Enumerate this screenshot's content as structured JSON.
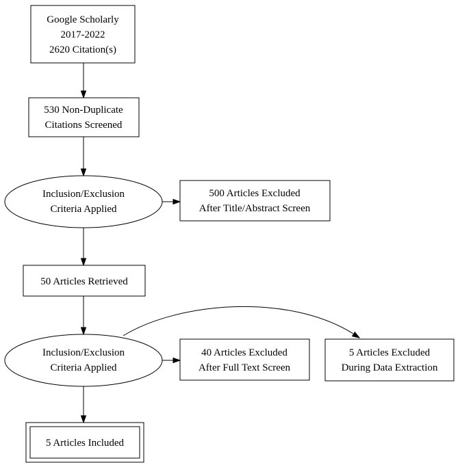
{
  "diagram": {
    "kind": "literature-screening-flowchart",
    "colors": {
      "background": "#ffffff",
      "node_fill": "#ffffff",
      "node_stroke": "#000000",
      "edge": "#000000",
      "text": "#000000"
    },
    "nodes": {
      "source": {
        "shape": "rectangle",
        "lines": [
          "Google Scholarly",
          "2017-2022",
          "2620 Citation(s)"
        ]
      },
      "screened": {
        "shape": "rectangle",
        "lines": [
          "530 Non-Duplicate",
          "Citations Screened"
        ]
      },
      "criteria_1": {
        "shape": "ellipse",
        "lines": [
          "Inclusion/Exclusion",
          "Criteria Applied"
        ]
      },
      "excluded_title_abstract": {
        "shape": "rectangle",
        "lines": [
          "500 Articles Excluded",
          "After Title/Abstract Screen"
        ]
      },
      "retrieved": {
        "shape": "rectangle",
        "lines": [
          "50 Articles Retrieved"
        ]
      },
      "criteria_2": {
        "shape": "ellipse",
        "lines": [
          "Inclusion/Exclusion",
          "Criteria Applied"
        ]
      },
      "excluded_full_text": {
        "shape": "rectangle",
        "lines": [
          "40 Articles Excluded",
          "After Full Text Screen"
        ]
      },
      "excluded_data_extraction": {
        "shape": "rectangle",
        "lines": [
          "5 Articles Excluded",
          "During Data Extraction"
        ]
      },
      "included": {
        "shape": "double-rectangle",
        "lines": [
          "5 Articles Included"
        ]
      }
    },
    "edges": [
      {
        "from": "source",
        "to": "screened"
      },
      {
        "from": "screened",
        "to": "criteria_1"
      },
      {
        "from": "criteria_1",
        "to": "excluded_title_abstract"
      },
      {
        "from": "criteria_1",
        "to": "retrieved"
      },
      {
        "from": "retrieved",
        "to": "criteria_2"
      },
      {
        "from": "criteria_2",
        "to": "excluded_full_text"
      },
      {
        "from": "criteria_2",
        "to": "excluded_data_extraction"
      },
      {
        "from": "criteria_2",
        "to": "included"
      }
    ]
  }
}
